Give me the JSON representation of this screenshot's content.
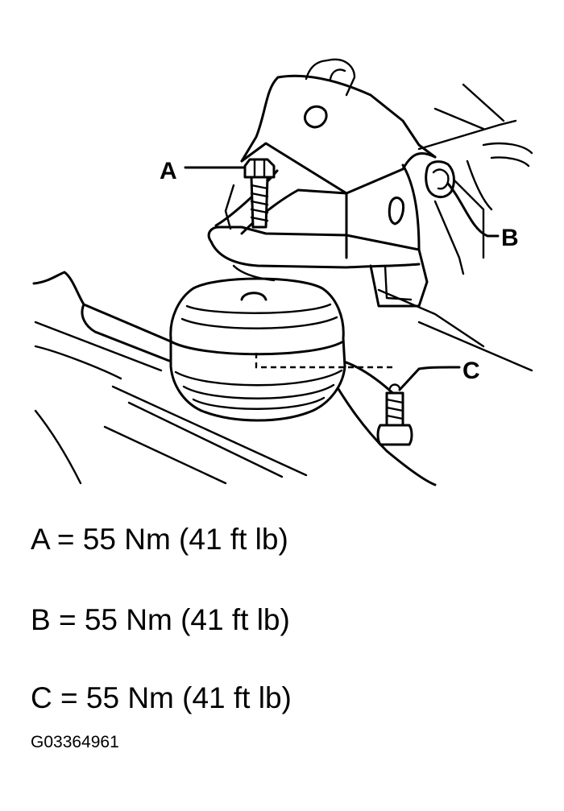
{
  "callouts": {
    "a": "A",
    "b": "B",
    "c": "C"
  },
  "specs": [
    "A = 55 Nm (41 ft lb)",
    "B = 55 Nm (41 ft lb)",
    "C = 55 Nm (41 ft lb)"
  ],
  "figure_id": "G03364961"
}
